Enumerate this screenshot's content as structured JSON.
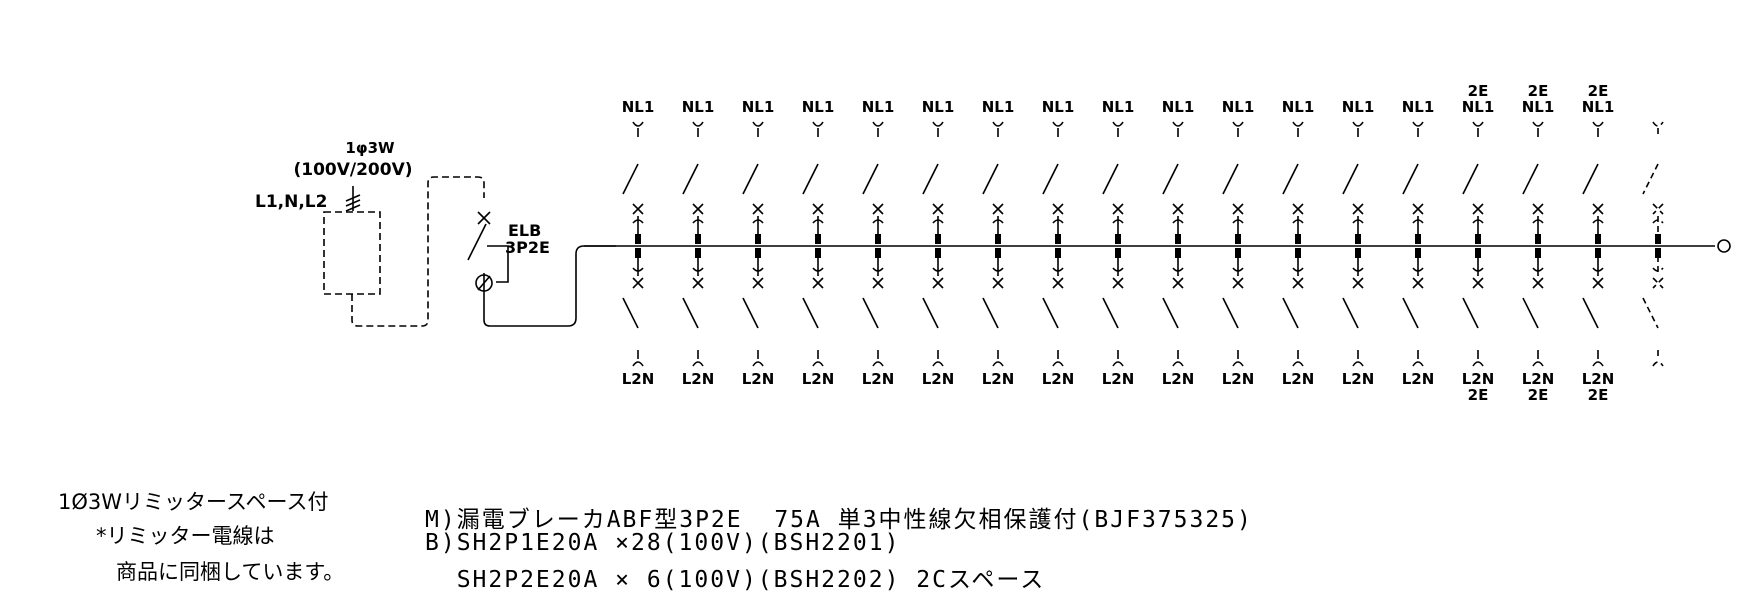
{
  "supply": {
    "phase": "1φ3W",
    "voltage": "(100V/200V)",
    "lines": "L1,N,L2"
  },
  "main_breaker": {
    "type_line1": "ELB",
    "type_line2": "3P2E"
  },
  "branches": [
    {
      "top": [
        "NL1"
      ],
      "bottom": [
        "L2N"
      ]
    },
    {
      "top": [
        "NL1"
      ],
      "bottom": [
        "L2N"
      ]
    },
    {
      "top": [
        "NL1"
      ],
      "bottom": [
        "L2N"
      ]
    },
    {
      "top": [
        "NL1"
      ],
      "bottom": [
        "L2N"
      ]
    },
    {
      "top": [
        "NL1"
      ],
      "bottom": [
        "L2N"
      ]
    },
    {
      "top": [
        "NL1"
      ],
      "bottom": [
        "L2N"
      ]
    },
    {
      "top": [
        "NL1"
      ],
      "bottom": [
        "L2N"
      ]
    },
    {
      "top": [
        "NL1"
      ],
      "bottom": [
        "L2N"
      ]
    },
    {
      "top": [
        "NL1"
      ],
      "bottom": [
        "L2N"
      ]
    },
    {
      "top": [
        "NL1"
      ],
      "bottom": [
        "L2N"
      ]
    },
    {
      "top": [
        "NL1"
      ],
      "bottom": [
        "L2N"
      ]
    },
    {
      "top": [
        "NL1"
      ],
      "bottom": [
        "L2N"
      ]
    },
    {
      "top": [
        "NL1"
      ],
      "bottom": [
        "L2N"
      ]
    },
    {
      "top": [
        "NL1"
      ],
      "bottom": [
        "L2N"
      ]
    },
    {
      "top": [
        "2E",
        "NL1"
      ],
      "bottom": [
        "L2N",
        "2E"
      ]
    },
    {
      "top": [
        "2E",
        "NL1"
      ],
      "bottom": [
        "L2N",
        "2E"
      ]
    },
    {
      "top": [
        "2E",
        "NL1"
      ],
      "bottom": [
        "L2N",
        "2E"
      ]
    },
    {
      "top": [],
      "bottom": [],
      "space": true
    }
  ],
  "notes": {
    "line1": "1Ø3Wリミッタースペース付",
    "line2": "*リミッター電線は",
    "line3": "商品に同梱しています。"
  },
  "spec": {
    "line1": "M)漏電ブレーカABF型3P2E  75A 単3中性線欠相保護付(BJF375325)",
    "line2": "B)SH2P1E20A ×28(100V)(BSH2201)",
    "line3": "  SH2P2E20A × 6(100V)(BSH2202) 2Cスペース"
  }
}
